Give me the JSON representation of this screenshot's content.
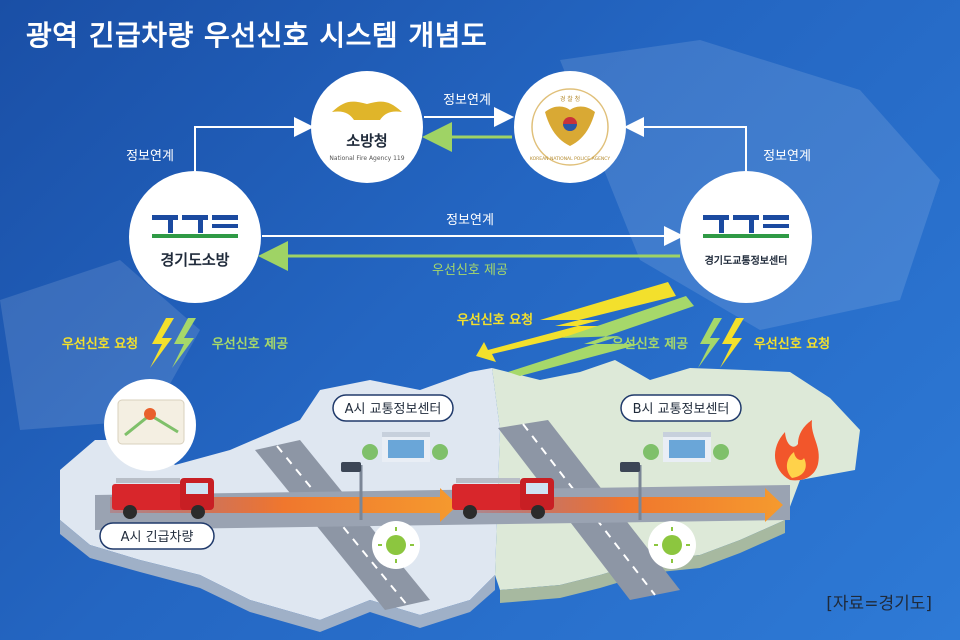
{
  "title": "광역 긴급차량 우선신호 시스템 개념도",
  "nodes": {
    "fire_agency": {
      "name": "소방청",
      "sub": "National Fire Agency 119"
    },
    "police": {
      "top_text": "경 찰 청",
      "ring_text": "KOREAN NATIONAL POLICE AGENCY"
    },
    "gg_fire": {
      "name": "경기도소방"
    },
    "gg_traffic": {
      "name": "경기도교통정보센터"
    }
  },
  "links": {
    "info_link": "정보연계",
    "signal_provide": "우선신호 제공",
    "signal_request": "우선신호 요청"
  },
  "map": {
    "center_a": "A시 교통정보센터",
    "center_b": "B시 교통정보센터",
    "vehicle_label": "A시 긴급차량"
  },
  "colors": {
    "background": "#2466c2",
    "yellow_arrow": "#f3e02c",
    "green_arrow": "#a6d86a",
    "brand_blue": "#1b4aa0",
    "brand_green": "#2f9a45"
  },
  "source": "[자료=경기도]"
}
